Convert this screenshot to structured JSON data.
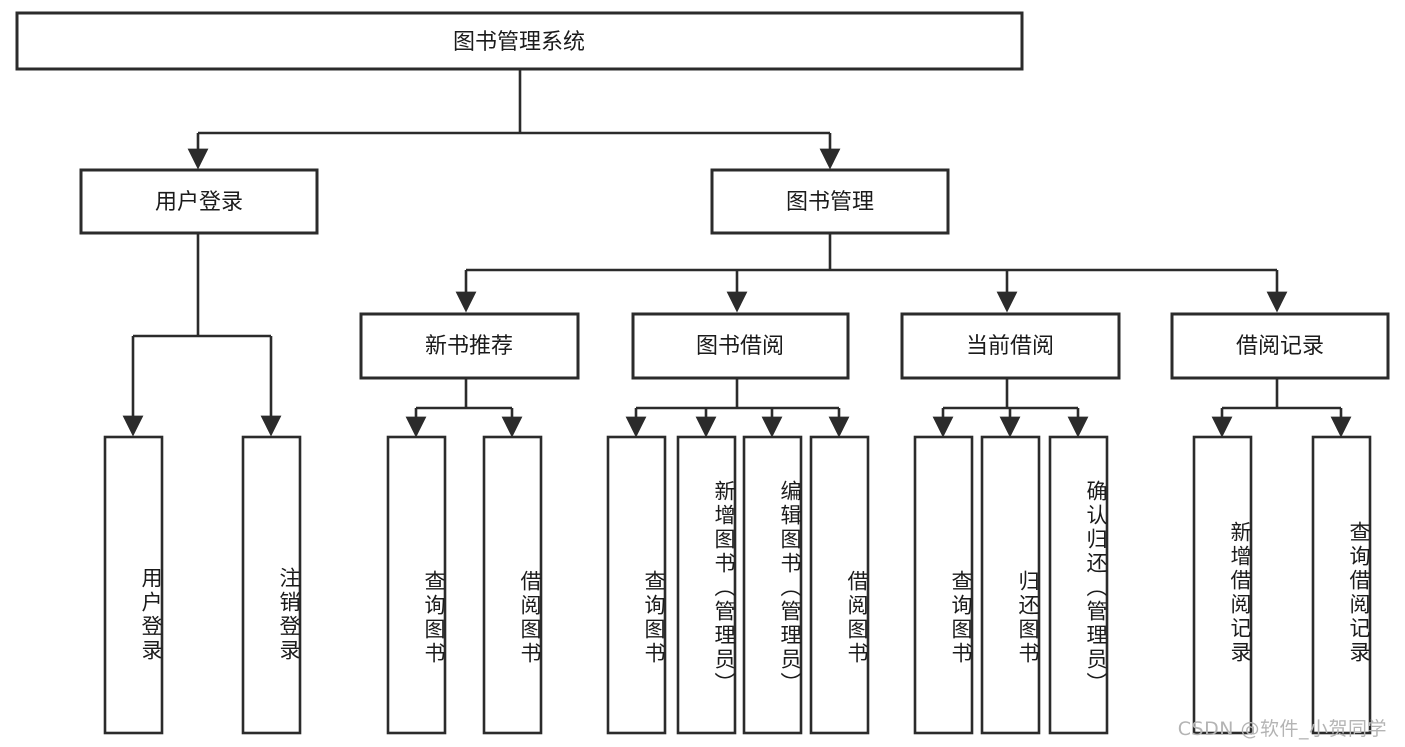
{
  "diagram": {
    "title": "图书管理系统",
    "type": "tree-hierarchy-chart",
    "root": {
      "label": "图书管理系统"
    },
    "level2": [
      {
        "label": "用户登录"
      },
      {
        "label": "图书管理"
      }
    ],
    "level3": [
      {
        "label": "新书推荐"
      },
      {
        "label": "图书借阅"
      },
      {
        "label": "当前借阅"
      },
      {
        "label": "借阅记录"
      }
    ],
    "leaves": {
      "user_login": [
        {
          "label": "用户登录"
        },
        {
          "label": "注销登录"
        }
      ],
      "new_book_recommend": [
        {
          "label": "查询图书"
        },
        {
          "label": "借阅图书"
        }
      ],
      "book_borrow": [
        {
          "label": "查询图书"
        },
        {
          "label": "新增图书（管理员）"
        },
        {
          "label": "编辑图书（管理员）"
        },
        {
          "label": "借阅图书"
        }
      ],
      "current_borrow": [
        {
          "label": "查询图书"
        },
        {
          "label": "归还图书"
        },
        {
          "label": "确认归还（管理员）"
        }
      ],
      "borrow_record": [
        {
          "label": "新增借阅记录"
        },
        {
          "label": "查询借阅记录"
        }
      ]
    }
  },
  "watermark": {
    "text": "CSDN @软件_小贺同学"
  },
  "colors": {
    "background": "#ffffff",
    "stroke": "#2b2b2b",
    "text": "#1b1b1b",
    "watermark": "#b4b4b4"
  }
}
